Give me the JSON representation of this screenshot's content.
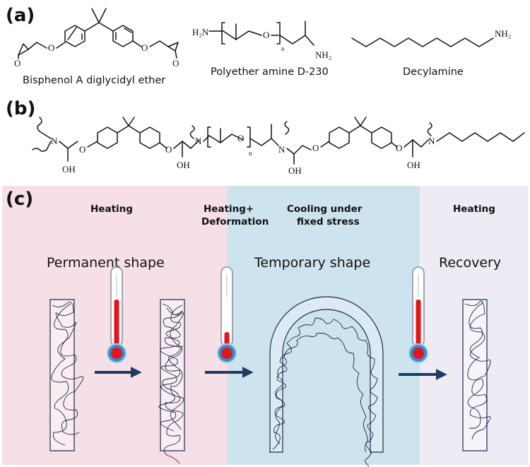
{
  "panels": {
    "a": {
      "label": "(a)",
      "compounds": [
        {
          "name": "Bisphenol A diglycidyl ether"
        },
        {
          "name": "Polyether amine D-230"
        },
        {
          "name": "Decylamine"
        }
      ],
      "atoms": {
        "o": "O",
        "h2n": "H₂N",
        "nh2": "NH₂",
        "n_sub": "n"
      }
    },
    "b": {
      "label": "(b)",
      "atoms": {
        "n": "N",
        "o": "O",
        "oh": "OH",
        "n_sub": "n"
      }
    },
    "c": {
      "label": "(c)",
      "steps": [
        {
          "lines": [
            "Heating"
          ]
        },
        {
          "lines": [
            "Heating+",
            "Deformation"
          ]
        },
        {
          "lines": [
            "Cooling under",
            "fixed stress"
          ]
        },
        {
          "lines": [
            "Heating"
          ]
        }
      ],
      "shapes": [
        {
          "title": "Permanent shape"
        },
        {
          "title": "Temporary shape"
        },
        {
          "title": "Recovery"
        }
      ],
      "colors": {
        "permanent_bg": "#f6dfe6",
        "temporary_bg": "#cde4ee",
        "recovery_bg": "#eeebf5",
        "arrow": "#1f3b64",
        "mercury": "#e3141c"
      }
    }
  }
}
